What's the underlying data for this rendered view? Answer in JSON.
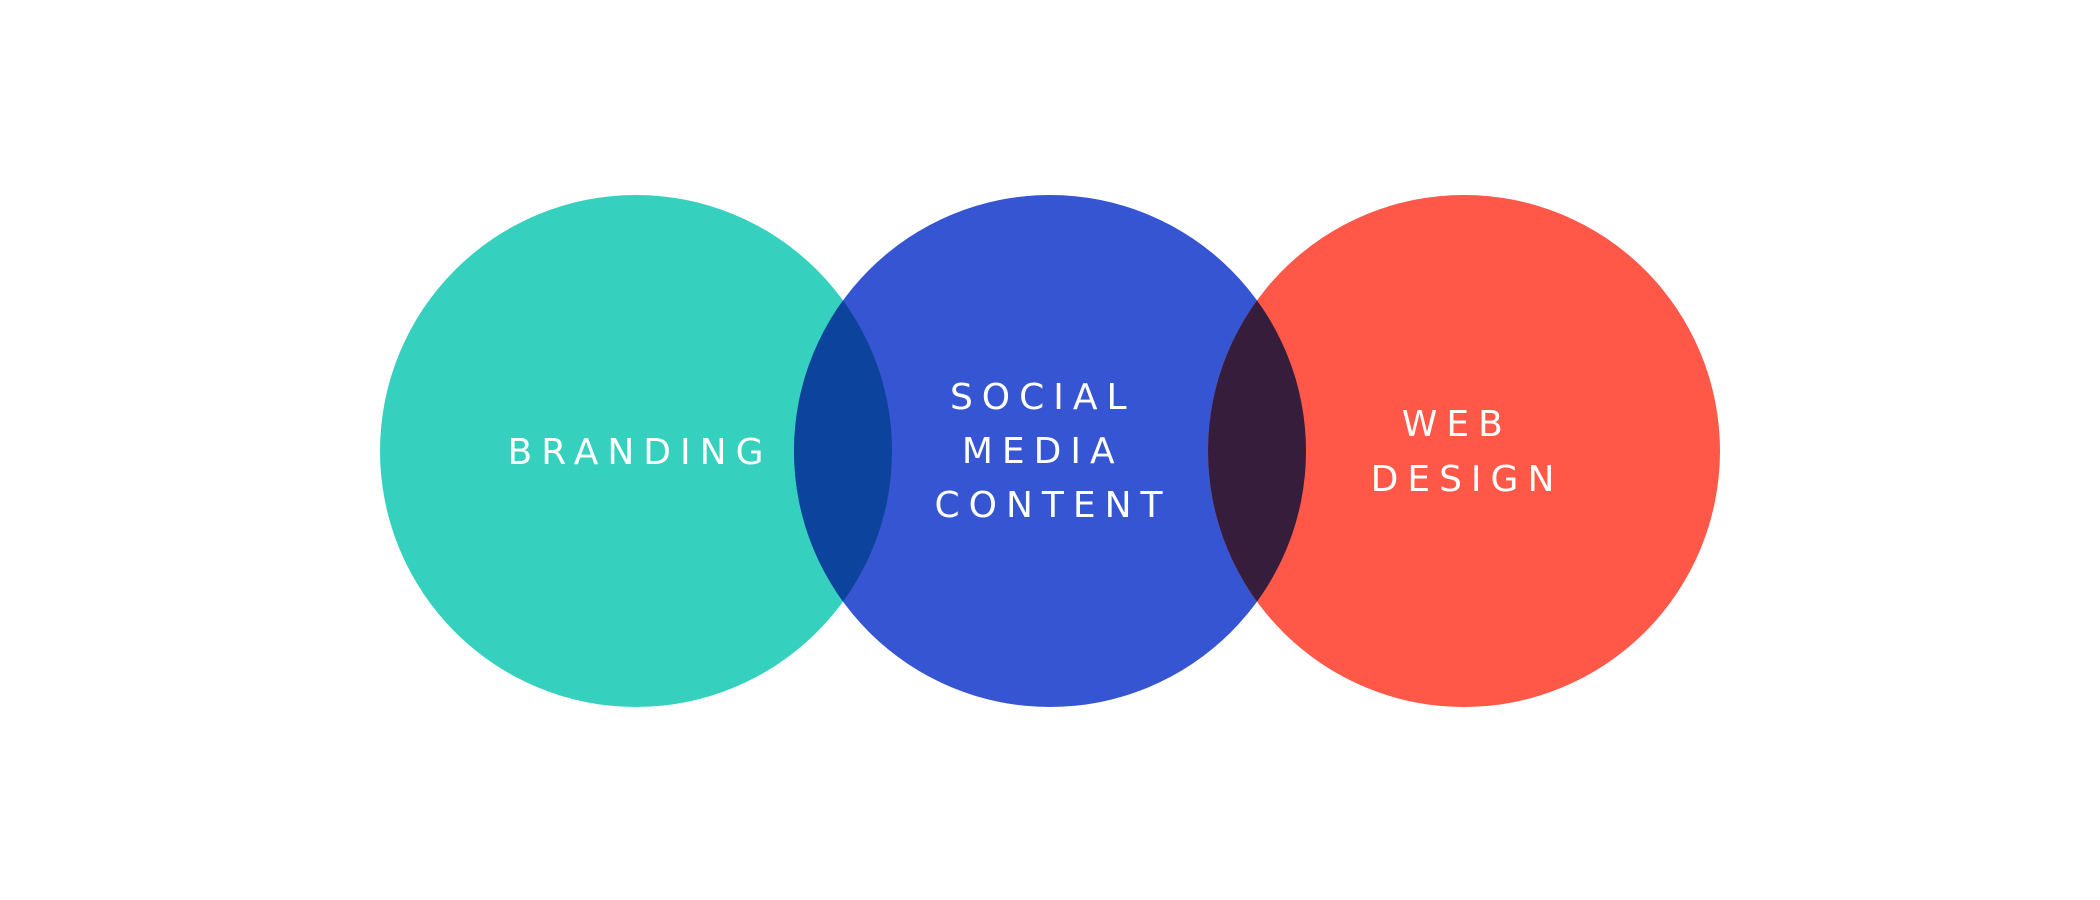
{
  "diagram": {
    "type": "venn",
    "circles": [
      {
        "label_lines": [
          "BRANDING"
        ],
        "color": "#36D1BE"
      },
      {
        "label_lines": [
          "SOCIAL",
          "MEDIA",
          "CONTENT"
        ],
        "color": "#3655D2"
      },
      {
        "label_lines": [
          "WEB",
          "DESIGN"
        ],
        "color": "#FF5748"
      }
    ],
    "overlaps": [
      {
        "between": [
          "BRANDING",
          "SOCIAL MEDIA CONTENT"
        ],
        "color": "#0C439C"
      },
      {
        "between": [
          "SOCIAL MEDIA CONTENT",
          "WEB DESIGN"
        ],
        "color": "#351D3B"
      }
    ],
    "background": "#FFFFFF"
  }
}
